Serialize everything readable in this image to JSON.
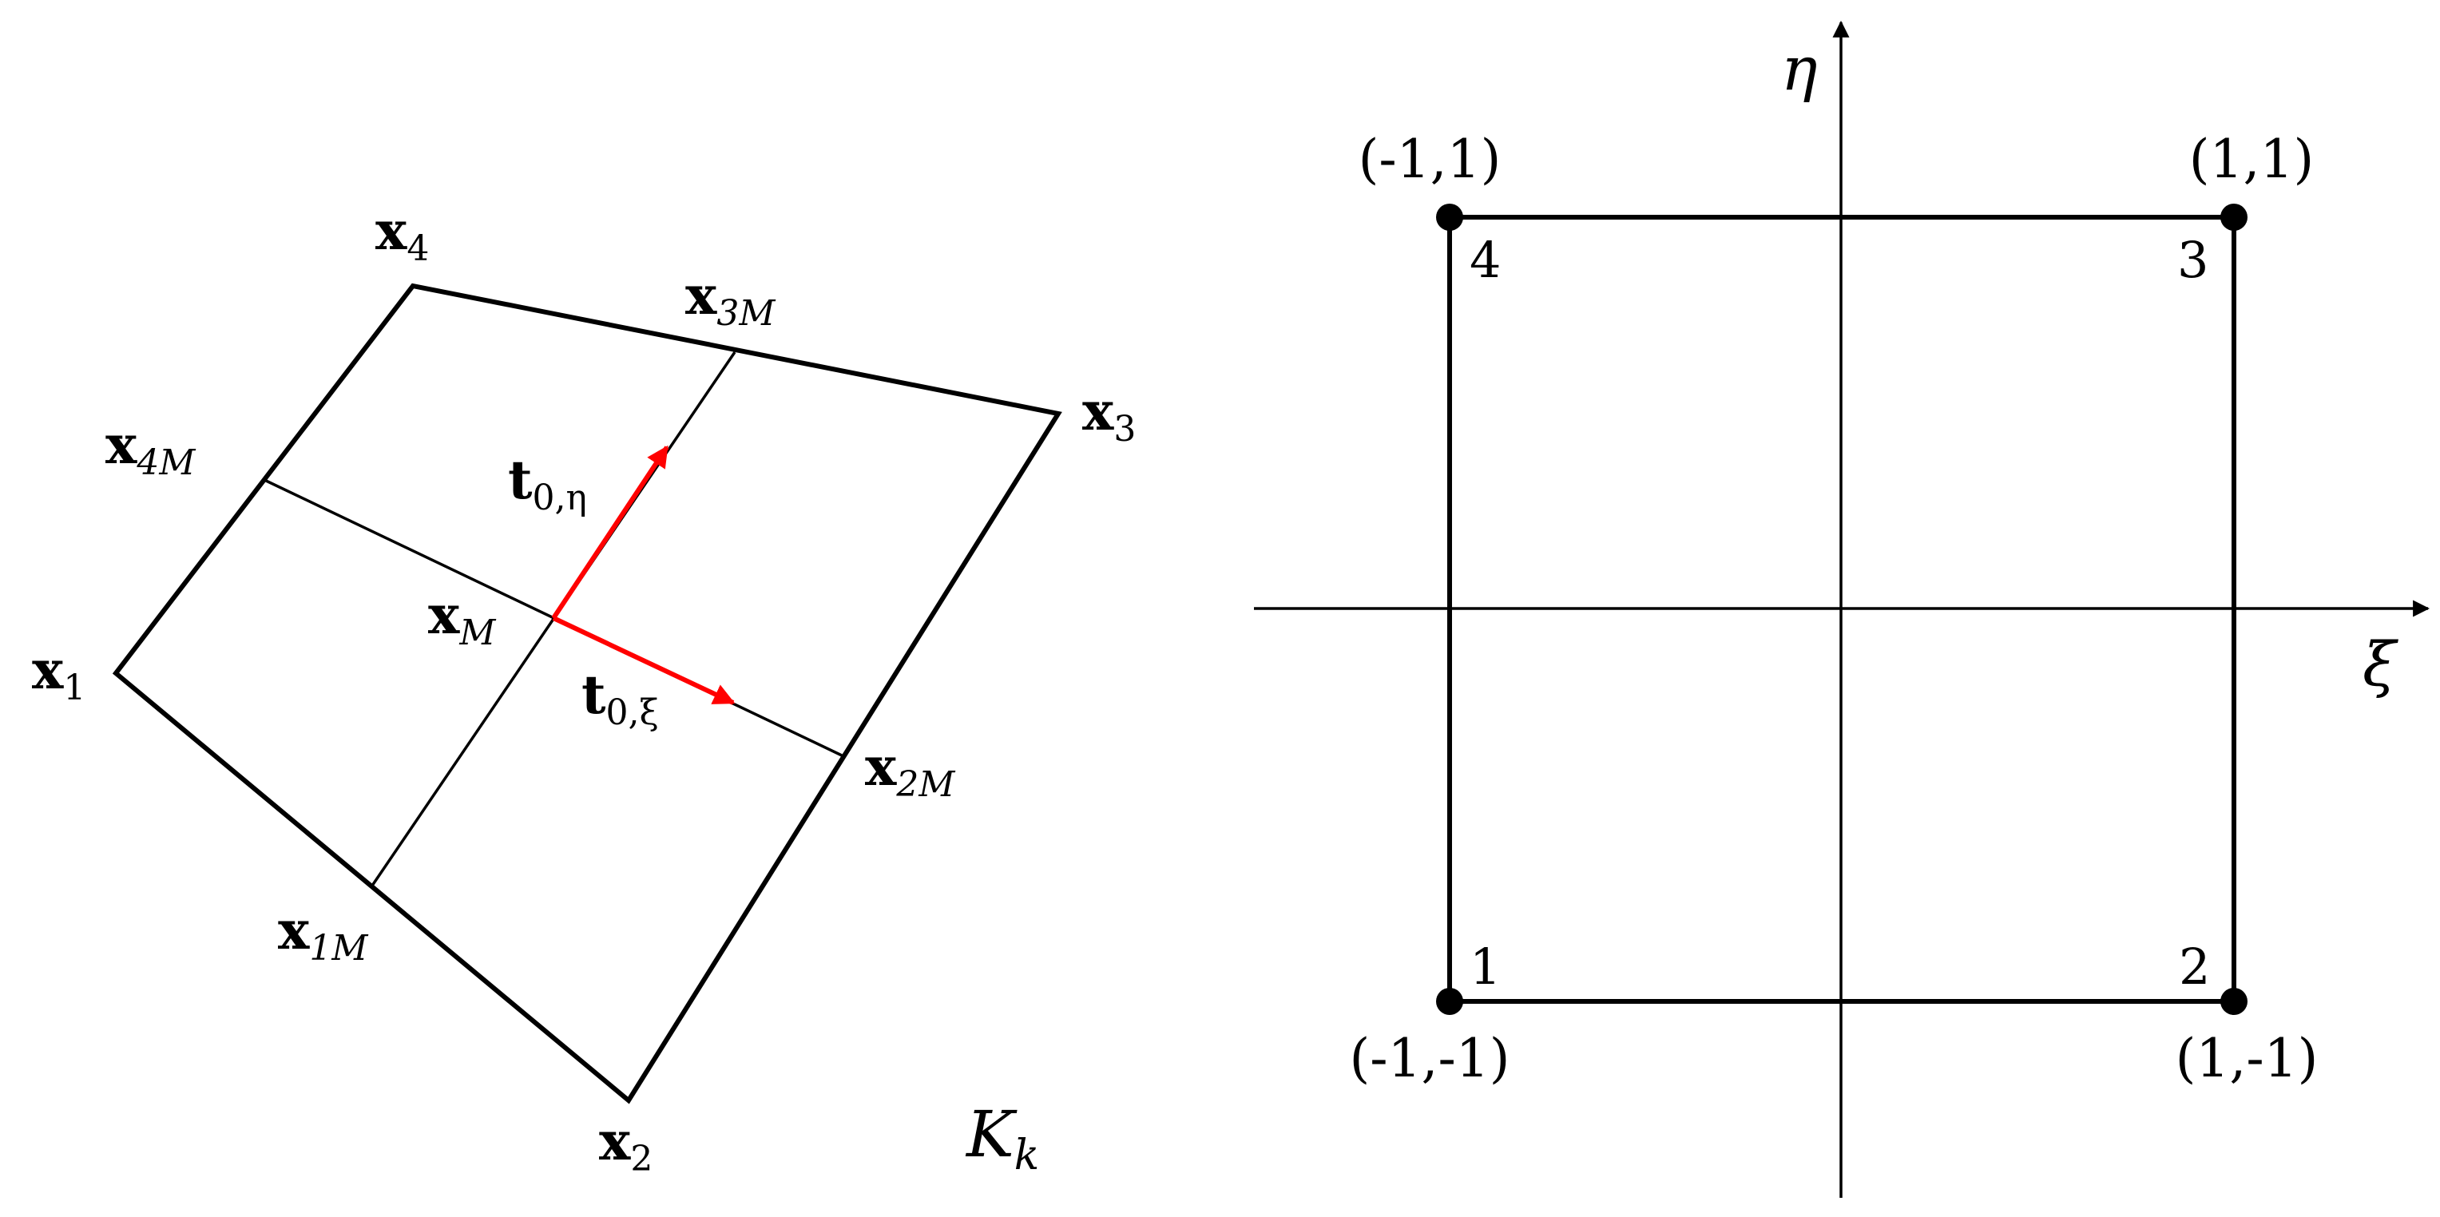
{
  "physical_element": {
    "nodes": {
      "x1": {
        "base": "x",
        "sub": "1"
      },
      "x2": {
        "base": "x",
        "sub": "2"
      },
      "x3": {
        "base": "x",
        "sub": "3"
      },
      "x4": {
        "base": "x",
        "sub": "4"
      },
      "x1M": {
        "base": "x",
        "sub": "1M"
      },
      "x2M": {
        "base": "x",
        "sub": "2M"
      },
      "x3M": {
        "base": "x",
        "sub": "3M"
      },
      "x4M": {
        "base": "x",
        "sub": "4M"
      },
      "xM": {
        "base": "x",
        "sub": "M"
      }
    },
    "vectors": {
      "t_eta": {
        "base": "t",
        "sub": "0,η"
      },
      "t_xi": {
        "base": "t",
        "sub": "0,ξ"
      }
    },
    "element_name": {
      "base": "K",
      "sub": "k"
    },
    "vector_color": "#ff0000"
  },
  "reference_element": {
    "axes": {
      "horizontal": "ξ",
      "vertical": "η"
    },
    "corners": [
      {
        "number": "1",
        "coords": "(-1,-1)"
      },
      {
        "number": "2",
        "coords": "(1,-1)"
      },
      {
        "number": "3",
        "coords": "(1,1)"
      },
      {
        "number": "4",
        "coords": "(-1,1)"
      }
    ]
  }
}
